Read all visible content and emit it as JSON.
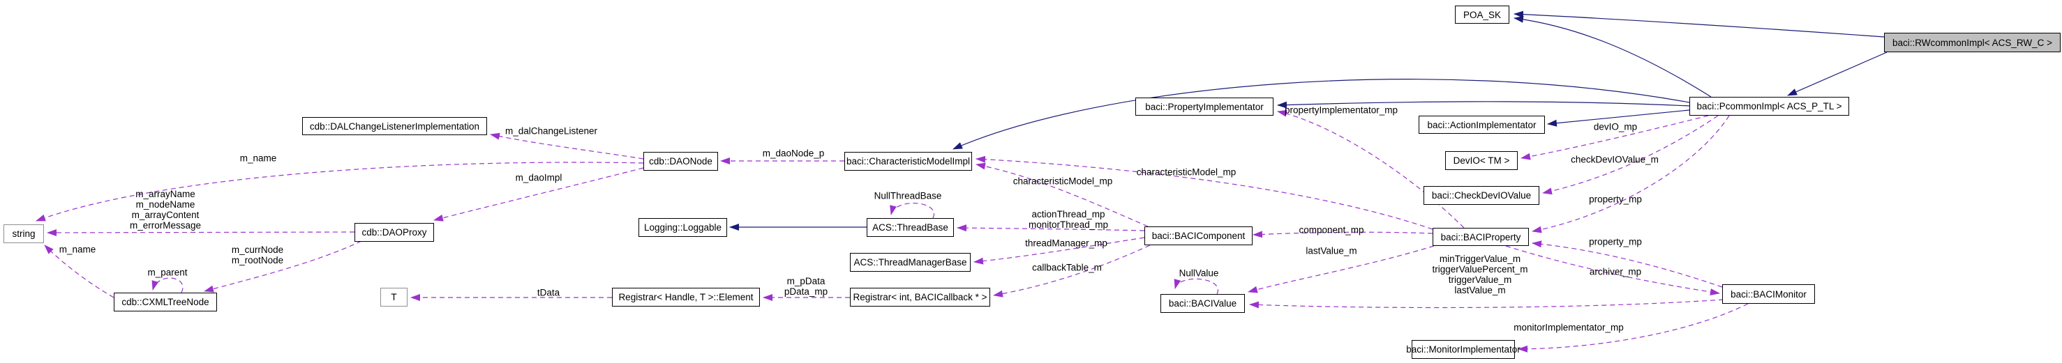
{
  "diagram_title": "Collaboration graph for baci::RWcommonImpl< ACS_RW_C >",
  "colors": {
    "inheritance_edge": "#1b1b78",
    "usage_edge": "#9a32cd",
    "node_fill": "#ffffff",
    "highlighted_node_fill": "#bfbfbf",
    "node_border": "#000000",
    "external_node_border": "#8f8f8f",
    "background": "#ffffff"
  },
  "nodes": {
    "poa_sk": "POA_SK",
    "rwcommon": "baci::RWcommonImpl< ACS_RW_C >",
    "pcommon": "baci::PcommonImpl< ACS_P_TL >",
    "property_implementator": "baci::PropertyImplementator",
    "action_implementator": "baci::ActionImplementator",
    "devio": "DevIO< TM >",
    "check_devio": "baci::CheckDevIOValue",
    "dal_change_listener": "cdb::DALChangeListenerImplementation",
    "daonode": "cdb::DAONode",
    "characteristic_model": "baci::CharacteristicModelImpl",
    "string": "string",
    "daoproxy": "cdb::DAOProxy",
    "loggable": "Logging::Loggable",
    "threadbase": "ACS::ThreadBase",
    "threadmanager": "ACS::ThreadManagerBase",
    "bacicomponent": "baci::BACIComponent",
    "baciproperty": "baci::BACIProperty",
    "cxmltreenode": "cdb::CXMLTreeNode",
    "t": "T",
    "registrar_element": "Registrar< Handle, T >::Element",
    "registrar_int": "Registrar< int, BACICallback * >",
    "bacivalue": "baci::BACIValue",
    "bacimonitor": "baci::BACIMonitor",
    "monitor_implementator": "baci::MonitorImplementator"
  },
  "edge_labels": {
    "m_dalChangeListener": "m_dalChangeListener",
    "m_name_daonode": "m_name",
    "m_daoNode_p": "m_daoNode_p",
    "m_daoImpl": "m_daoImpl",
    "characteristicModel_mp_component": "characteristicModel_mp",
    "characteristicModel_mp_property": "characteristicModel_mp",
    "propertyImplementator_mp": "propertyImplementator_mp",
    "devIO_mp": "devIO_mp",
    "checkDevIOValue_m": "checkDevIOValue_m",
    "property_mp_pcommon": "property_mp",
    "property_mp_monitor": "property_mp",
    "archiver_mp": "archiver_mp",
    "string_members": "m_arrayName\nm_nodeName\nm_arrayContent\nm_errorMessage",
    "curr_root_nodes": "m_currNode\nm_rootNode",
    "m_name_tree": "m_name",
    "m_parent": "m_parent",
    "component_threads": "actionThread_mp\nmonitorThread_mp",
    "threadManager_mp": "threadManager_mp",
    "callbackTable_m": "callbackTable_m",
    "component_mp": "component_mp",
    "lastValue_m_property": "lastValue_m",
    "null_threadbase": "NullThreadBase",
    "null_value": "NullValue",
    "monitor_trigger_values": "minTriggerValue_m\ntriggerValuePercent_m\ntriggerValue_m\nlastValue_m",
    "tData": "tData",
    "pdata": "m_pData\npData_mp",
    "monitorImplementator_mp": "monitorImplementator_mp"
  }
}
